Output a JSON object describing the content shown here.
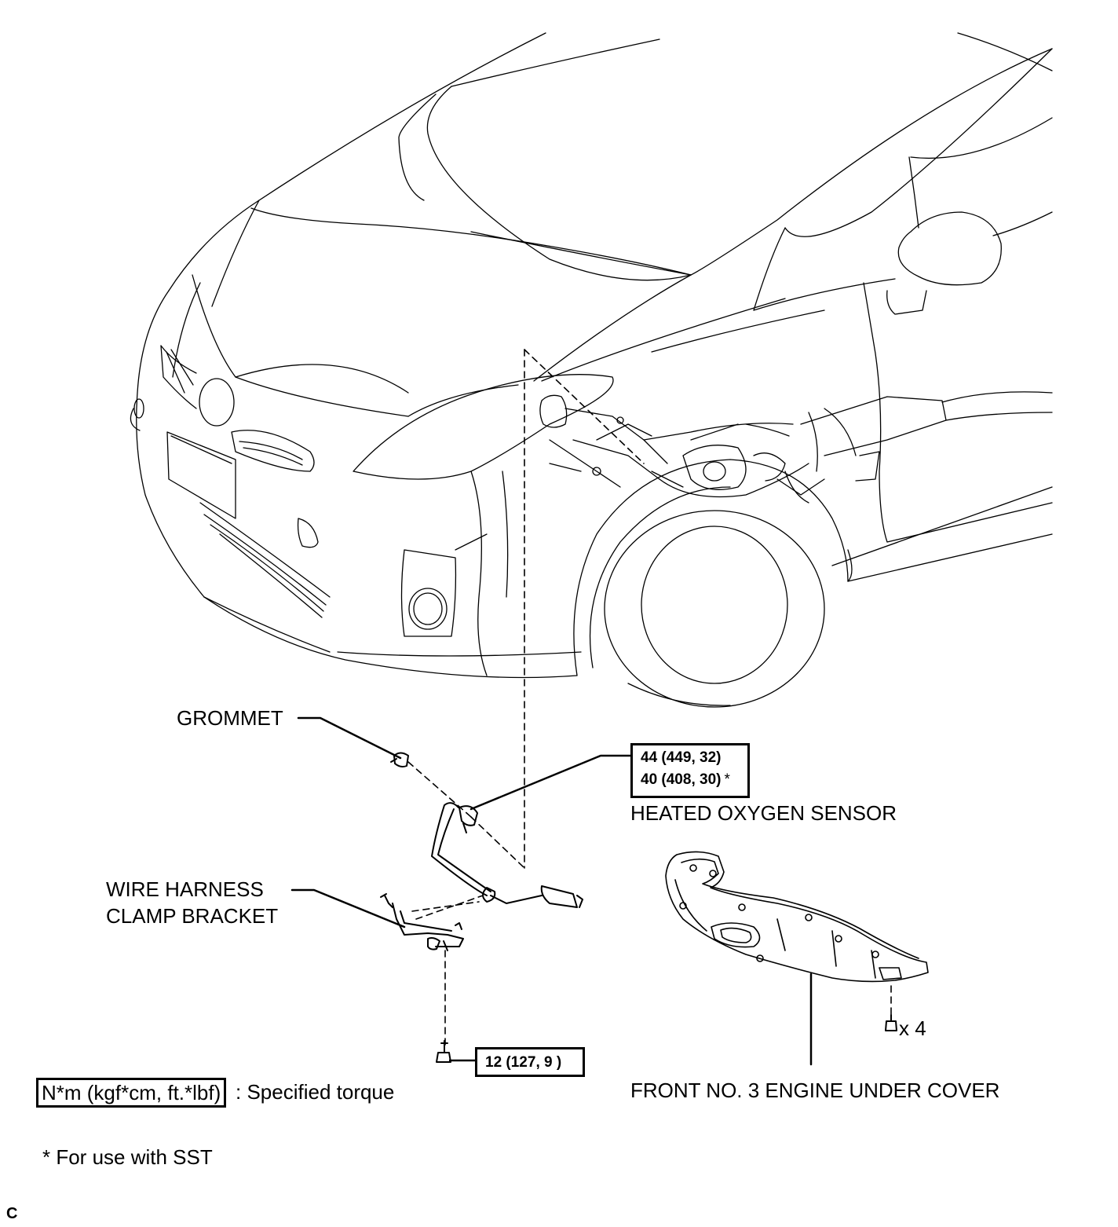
{
  "labels": {
    "grommet": "GROMMET",
    "wire_harness_line1": "WIRE HARNESS",
    "wire_harness_line2": "CLAMP BRACKET",
    "heated_oxygen_sensor": "HEATED OXYGEN SENSOR",
    "front_under_cover": "FRONT NO. 3 ENGINE UNDER COVER",
    "bolt_qty": "x 4"
  },
  "torque": {
    "sensor_line1": "44 (449, 32)",
    "sensor_line2": "40 (408, 30)",
    "sensor_line2_mark": "*",
    "bracket_bolt": "12 (127, 9 )"
  },
  "legend": {
    "unit_box": "N*m (kgf*cm, ft.*lbf)",
    "unit_desc": ": Specified torque",
    "sst_note": "* For use with SST"
  },
  "corner_mark": "C"
}
